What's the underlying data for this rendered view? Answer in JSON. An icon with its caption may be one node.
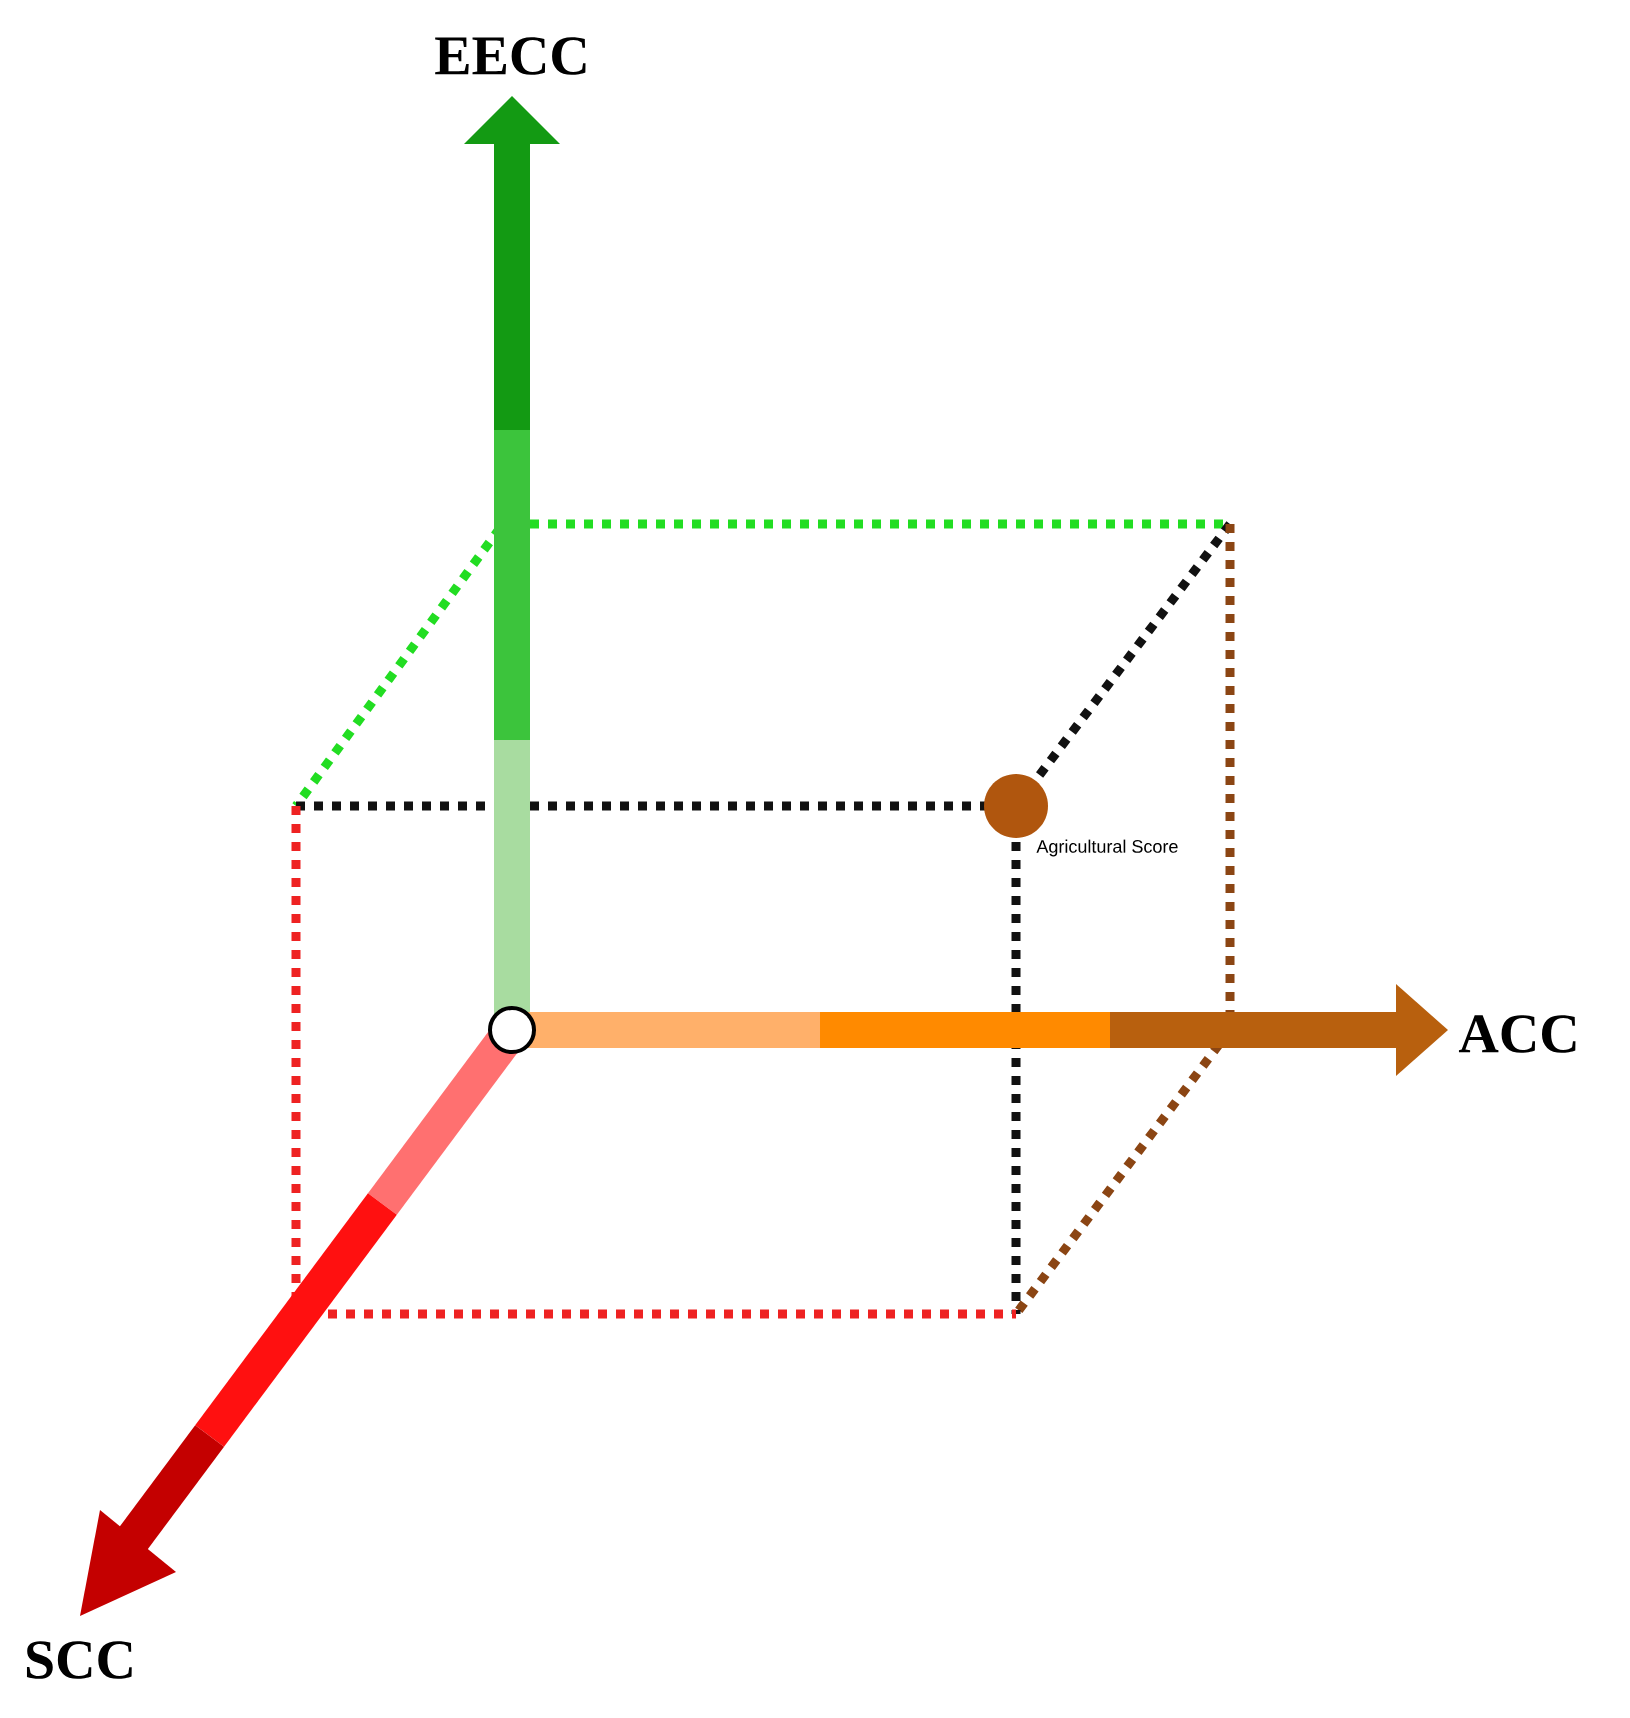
{
  "diagram": {
    "labels": [
      "EECC",
      "ACC",
      "SCC",
      "Agricultural Score"
    ]
  }
}
